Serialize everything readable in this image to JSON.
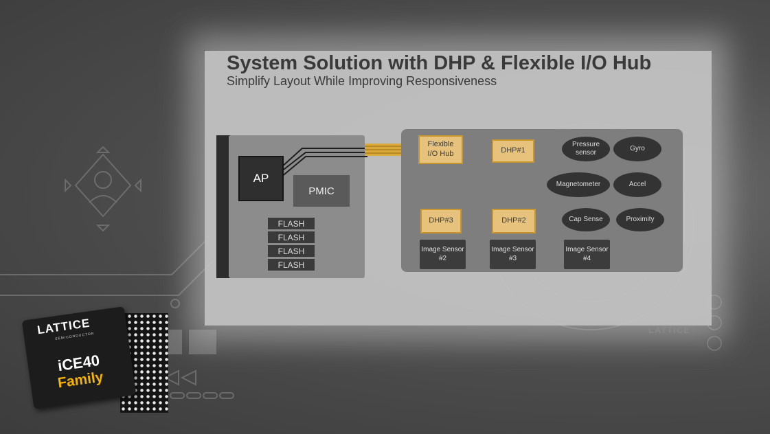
{
  "slide": {
    "title": "System Solution with DHP & Flexible I/O Hub",
    "subtitle": "Simplify Layout While Improving Responsiveness"
  },
  "left_block": {
    "ap": "AP",
    "pmic": "PMIC",
    "flash": [
      "FLASH",
      "FLASH",
      "FLASH",
      "FLASH"
    ]
  },
  "right_block": {
    "hub_line1": "Flexible",
    "hub_line2": "I/O Hub",
    "dhp1": "DHP#1",
    "dhp2": "DHP#2",
    "dhp3": "DHP#3",
    "sensors": {
      "pressure_line1": "Pressure",
      "pressure_line2": "sensor",
      "gyro": "Gyro",
      "magnetometer": "Magnetometer",
      "accel": "Accel",
      "cap_sense": "Cap Sense",
      "proximity": "Proximity"
    },
    "image_sensors": {
      "s2_line1": "Image Sensor",
      "s2_line2": "#2",
      "s3_line1": "Image Sensor",
      "s3_line2": "#3",
      "s4_line1": "Image Sensor",
      "s4_line2": "#4"
    }
  },
  "chip": {
    "brand": "LATTICE",
    "brand_sub": "SEMICONDUCTOR",
    "name": "iCE40",
    "family": "Family"
  },
  "watermark": "LATTICE",
  "colors": {
    "gold_fill": "#e6c27c",
    "gold_border": "#c9962d",
    "chip_accent": "#f4b400",
    "panel": "#c6c6c6"
  }
}
